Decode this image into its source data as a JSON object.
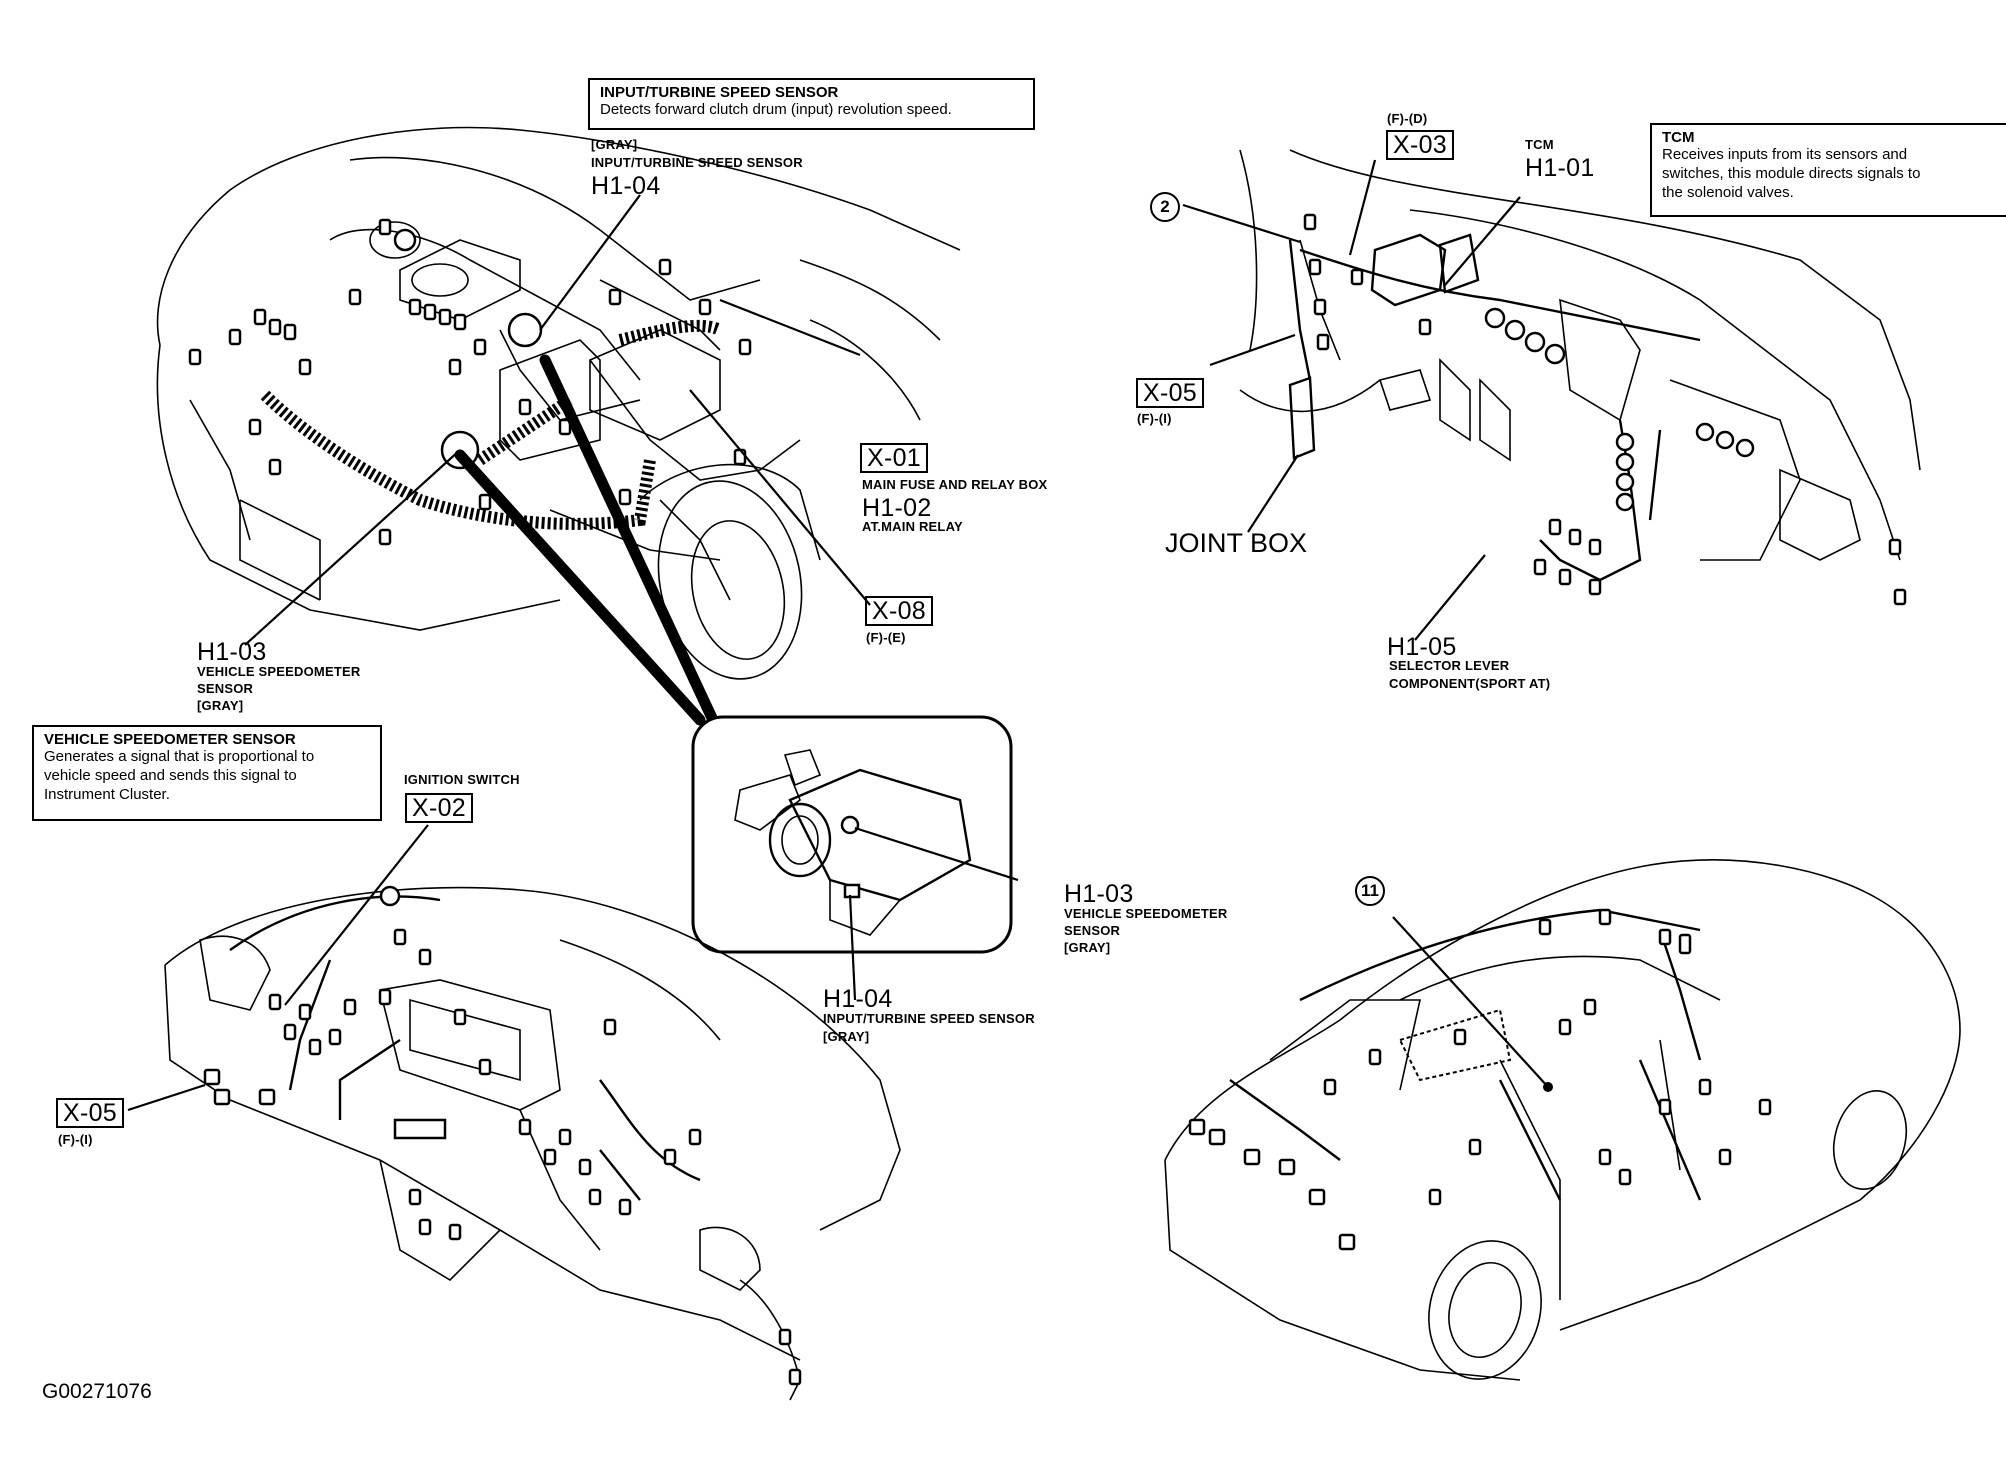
{
  "figure_id": "G00271076",
  "info_boxes": {
    "input_turbine": {
      "title": "INPUT/TURBINE SPEED SENSOR",
      "description": "Detects forward clutch drum (input) revolution speed."
    },
    "tcm": {
      "title": "TCM",
      "description_lines": [
        "Receives inputs from its sensors and",
        "switches, this module directs signals to",
        "the solenoid valves."
      ]
    },
    "vehicle_speedometer": {
      "title": "VEHICLE SPEEDOMETER SENSOR",
      "description_lines": [
        "Generates a signal that is proportional to",
        "vehicle speed and sends this signal to",
        "Instrument Cluster."
      ]
    }
  },
  "engine_bay": {
    "h1_04": {
      "color": "[GRAY]",
      "name": "INPUT/TURBINE SPEED SENSOR",
      "code": "H1-04"
    },
    "x_01": {
      "code": "X-01",
      "name": "MAIN FUSE AND RELAY BOX"
    },
    "h1_02": {
      "code": "H1-02",
      "name": "AT.MAIN RELAY"
    },
    "x_08": {
      "code": "X-08",
      "location": "(F)-(E)"
    },
    "h1_03": {
      "code": "H1-03",
      "name_lines": [
        "VEHICLE SPEEDOMETER",
        "SENSOR"
      ],
      "color": "[GRAY]"
    }
  },
  "inset": {
    "h1_03": {
      "code": "H1-03",
      "name_lines": [
        "VEHICLE SPEEDOMETER",
        "SENSOR"
      ],
      "color": "[GRAY]"
    },
    "h1_04": {
      "code": "H1-04",
      "name": "INPUT/TURBINE SPEED SENSOR",
      "color": "[GRAY]"
    }
  },
  "cabin_top_right": {
    "circle_2": "2",
    "x_03": {
      "location": "(F)-(D)",
      "code": "X-03"
    },
    "h1_01": {
      "name": "TCM",
      "code": "H1-01"
    },
    "x_05": {
      "code": "X-05",
      "location": "(F)-(I)"
    },
    "joint_box": "JOINT BOX",
    "h1_05": {
      "code": "H1-05",
      "name_lines": [
        "SELECTOR LEVER",
        "COMPONENT(SPORT AT)"
      ]
    }
  },
  "dashboard": {
    "ignition": {
      "name": "IGNITION SWITCH",
      "code": "X-02"
    },
    "x_05": {
      "code": "X-05",
      "location": "(F)-(I)"
    }
  },
  "car_body": {
    "circle_11": "11"
  }
}
